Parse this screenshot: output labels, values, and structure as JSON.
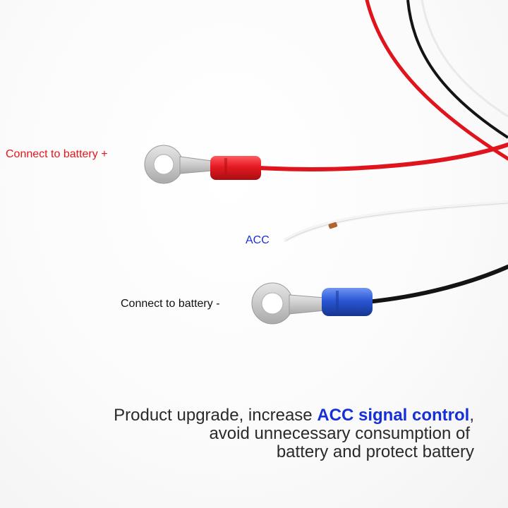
{
  "labels": {
    "positive": "Connect to battery  +",
    "acc": "ACC",
    "negative": "Connect to battery  -"
  },
  "caption": {
    "line1_before": "Product upgrade, increase ",
    "line1_highlight": "ACC signal control",
    "line1_after": ",",
    "line2": "avoid unnecessary consumption of",
    "line3": "battery and protect battery"
  },
  "colors": {
    "red_label": "#e8141b",
    "blue_label": "#1a2fd6",
    "highlight": "#1530d8",
    "red_wire": "#e0141c",
    "black_wire": "#141414",
    "white_wire": "#f4f4f4",
    "blue_terminal": "#2a57d6",
    "red_terminal": "#e51a22"
  }
}
